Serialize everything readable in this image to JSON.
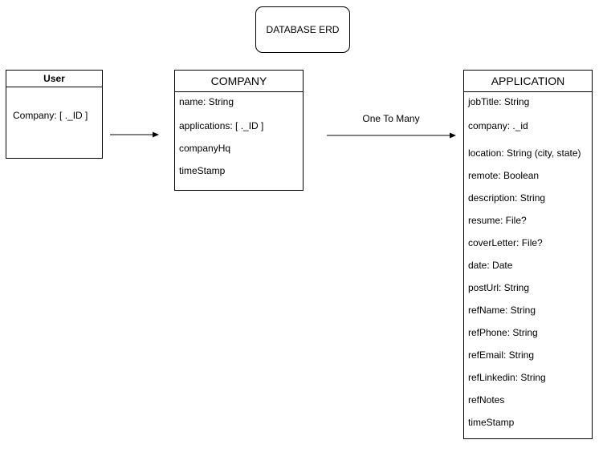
{
  "diagram": {
    "title": "DATABASE ERD",
    "relationship_label": "One To Many",
    "entities": {
      "user": {
        "name": "User",
        "fields": [
          "Company: [ ._ID ]"
        ]
      },
      "company": {
        "name": "COMPANY",
        "fields": [
          "name: String",
          "applications: [ ._ID ]",
          "companyHq",
          "timeStamp"
        ]
      },
      "application": {
        "name": "APPLICATION",
        "fields": [
          "jobTitle: String",
          "company: ._id",
          "location: String (city, state)",
          "remote: Boolean",
          "description: String",
          "resume: File?",
          "coverLetter: File?",
          "date: Date",
          "postUrl: String",
          "refName: String",
          "refPhone: String",
          "refEmail: String",
          "refLinkedin: String",
          "refNotes",
          "timeStamp"
        ]
      }
    }
  }
}
